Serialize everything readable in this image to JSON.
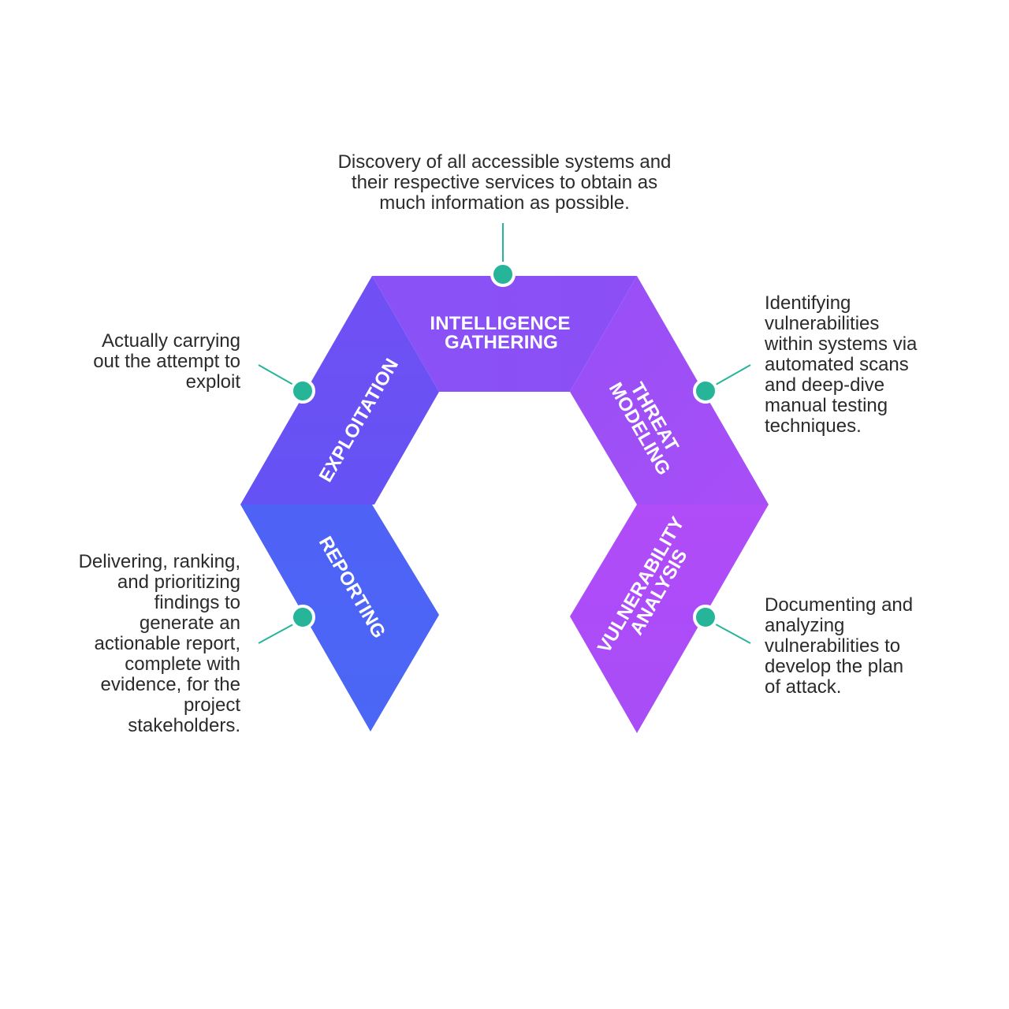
{
  "segments": {
    "intelligence": {
      "line1": "INTELLIGENCE",
      "line2": "GATHERING",
      "color": "#7b55f5"
    },
    "threat": {
      "line1": "THREAT",
      "line2": "MODELING",
      "color": "#a14ef6"
    },
    "vulnerability": {
      "line1": "VULNERABILITY",
      "line2": "ANALYSIS",
      "color": "#b04df8"
    },
    "exploitation": {
      "line1": "EXPLOITATION",
      "color": "#6a4ff4"
    },
    "reporting": {
      "line1": "REPORTING",
      "color": "#4c63f5"
    }
  },
  "descriptions": {
    "intelligence": "Discovery of all accessible systems and\ntheir respective services to obtain as\nmuch information as possible.",
    "threat": "Identifying\nvulnerabilities\nwithin systems via\nautomated scans\nand deep-dive\nmanual testing\ntechniques.",
    "vulnerability": "Documenting and\nanalyzing\nvulnerabilities to\ndevelop the plan\nof attack.",
    "exploitation": "Actually carrying\nout the attempt to\nexploit",
    "reporting": "Delivering, ranking,\nand prioritizing\nfindings to\ngenerate an\nactionable report,\ncomplete with\nevidence, for the\nproject\nstakeholders."
  },
  "colors": {
    "connector": "#26b598",
    "dot_border": "#ffffff"
  }
}
